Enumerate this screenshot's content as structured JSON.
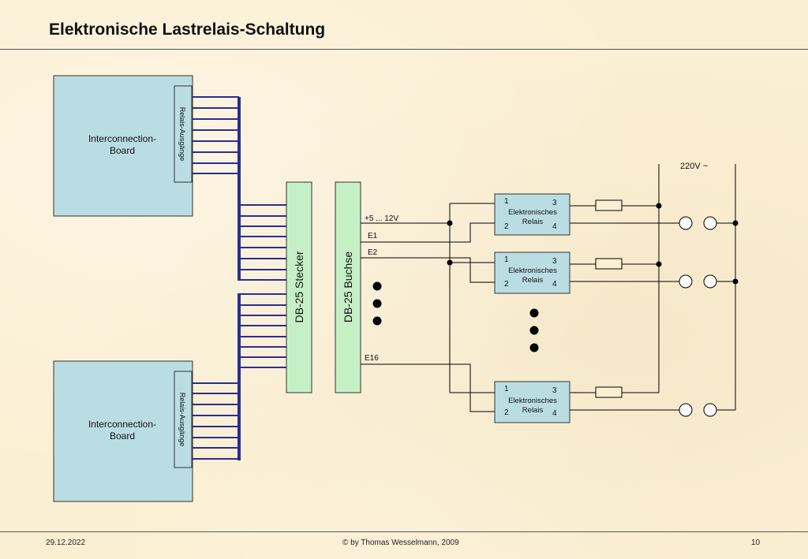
{
  "title": "Elektronische Lastrelais-Schaltung",
  "footer": {
    "date": "29.12.2022",
    "copyright": "© by Thomas Wesselmann, 2009",
    "page": "10"
  },
  "diagram": {
    "boards": [
      {
        "label_line1": "Interconnection-",
        "label_line2": "Board",
        "outputs_label": "Relais-Ausgänge"
      },
      {
        "label_line1": "Interconnection-",
        "label_line2": "Board",
        "outputs_label": "Relais-Ausgänge"
      }
    ],
    "db25_plug": "DB-25 Stecker",
    "db25_socket": "DB-25 Buchse",
    "supply_label": "+5 ... 12V",
    "signal_labels": [
      "E1",
      "E2",
      "E16"
    ],
    "relays": [
      {
        "label_line1": "Elektronisches",
        "label_line2": "Relais",
        "pins": [
          "1",
          "2",
          "3",
          "4"
        ]
      },
      {
        "label_line1": "Elektronisches",
        "label_line2": "Relais",
        "pins": [
          "1",
          "2",
          "3",
          "4"
        ]
      },
      {
        "label_line1": "Elektronisches",
        "label_line2": "Relais",
        "pins": [
          "1",
          "2",
          "3",
          "4"
        ]
      }
    ],
    "mains_label": "220V ~",
    "colors": {
      "board_fill": "#b9dde3",
      "connector_fill": "#c5f0c5",
      "relay_fill": "#b9dde3",
      "bus_line": "#2b2d8f",
      "wire": "#000000"
    }
  }
}
